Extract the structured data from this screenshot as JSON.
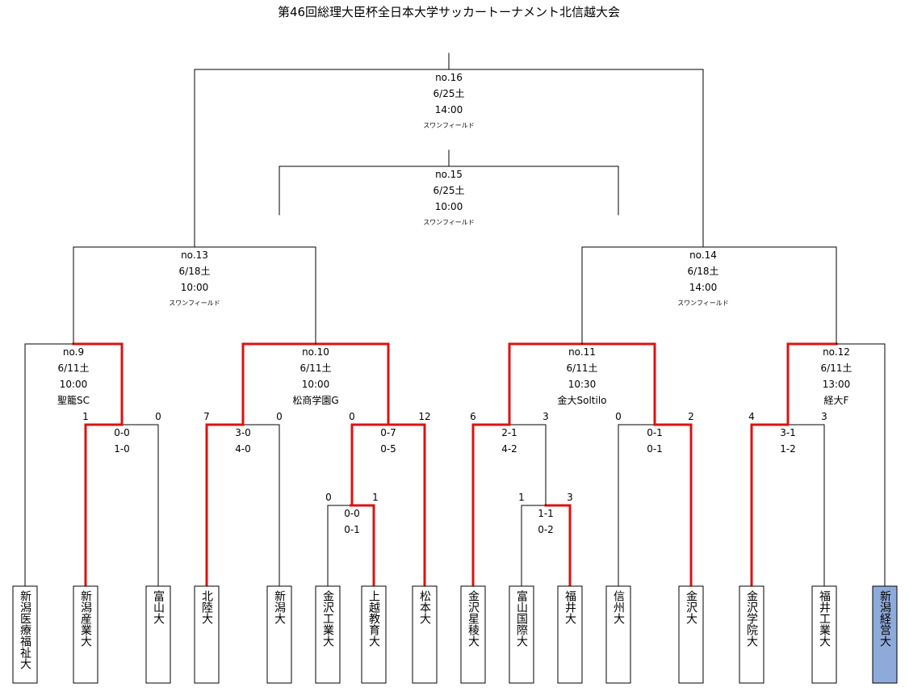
{
  "title": "第46回総理大臣杯全日本大学サッカートーナメント北信越大会",
  "colors": {
    "line": "#000000",
    "winner": "#dd1111",
    "highlight": "#8eaadb"
  },
  "teams": [
    {
      "name": "新潟医療福祉大",
      "highlight": false
    },
    {
      "name": "新潟産業大",
      "highlight": false
    },
    {
      "name": "富山大",
      "highlight": false
    },
    {
      "name": "北陸大",
      "highlight": false
    },
    {
      "name": "新潟大",
      "highlight": false
    },
    {
      "name": "金沢工業大",
      "highlight": false
    },
    {
      "name": "上越教育大",
      "highlight": false
    },
    {
      "name": "松本大",
      "highlight": false
    },
    {
      "name": "金沢星稜大",
      "highlight": false
    },
    {
      "name": "富山国際大",
      "highlight": false
    },
    {
      "name": "福井大",
      "highlight": false
    },
    {
      "name": "信州大",
      "highlight": false
    },
    {
      "name": "金沢大",
      "highlight": false
    },
    {
      "name": "金沢学院大",
      "highlight": false
    },
    {
      "name": "福井工業大",
      "highlight": false
    },
    {
      "name": "新潟経営大",
      "highlight": true
    }
  ],
  "matches": [
    {
      "id": "m1",
      "left_score": "1",
      "right_score": "0",
      "half1": "0-0",
      "half2": "1-0",
      "winner": "left"
    },
    {
      "id": "m2",
      "left_score": "7",
      "right_score": "0",
      "half1": "3-0",
      "half2": "4-0",
      "winner": "left"
    },
    {
      "id": "m3",
      "left_score": "0",
      "right_score": "1",
      "half1": "0-0",
      "half2": "0-1",
      "winner": "right"
    },
    {
      "id": "m4",
      "left_score": "0",
      "right_score": "12",
      "half1": "0-7",
      "half2": "0-5",
      "winner": "right"
    },
    {
      "id": "m5",
      "left_score": "1",
      "right_score": "3",
      "half1": "1-1",
      "half2": "0-2",
      "winner": "right"
    },
    {
      "id": "m6",
      "left_score": "6",
      "right_score": "3",
      "half1": "2-1",
      "half2": "4-2",
      "winner": "left"
    },
    {
      "id": "m7",
      "left_score": "0",
      "right_score": "2",
      "half1": "0-1",
      "half2": "0-1",
      "winner": "right"
    },
    {
      "id": "m8",
      "left_score": "4",
      "right_score": "3",
      "half1": "3-1",
      "half2": "1-2",
      "winner": "left"
    },
    {
      "id": "no9",
      "no": "no.9",
      "date": "6/11土",
      "time": "10:00",
      "venue": "聖籠SC"
    },
    {
      "id": "no10",
      "no": "no.10",
      "date": "6/11土",
      "time": "10:00",
      "venue": "松商学園G"
    },
    {
      "id": "no11",
      "no": "no.11",
      "date": "6/11土",
      "time": "10:30",
      "venue": "金大Soltilo"
    },
    {
      "id": "no12",
      "no": "no.12",
      "date": "6/11土",
      "time": "13:00",
      "venue": "経大F"
    },
    {
      "id": "no13",
      "no": "no.13",
      "date": "6/18土",
      "time": "10:00",
      "venue": "スワンフィールド"
    },
    {
      "id": "no14",
      "no": "no.14",
      "date": "6/18土",
      "time": "14:00",
      "venue": "スワンフィールド"
    },
    {
      "id": "no15",
      "no": "no.15",
      "date": "6/25土",
      "time": "10:00",
      "venue": "スワンフィールド"
    },
    {
      "id": "no16",
      "no": "no.16",
      "date": "6/25土",
      "time": "14:00",
      "venue": "スワンフィールド"
    }
  ]
}
